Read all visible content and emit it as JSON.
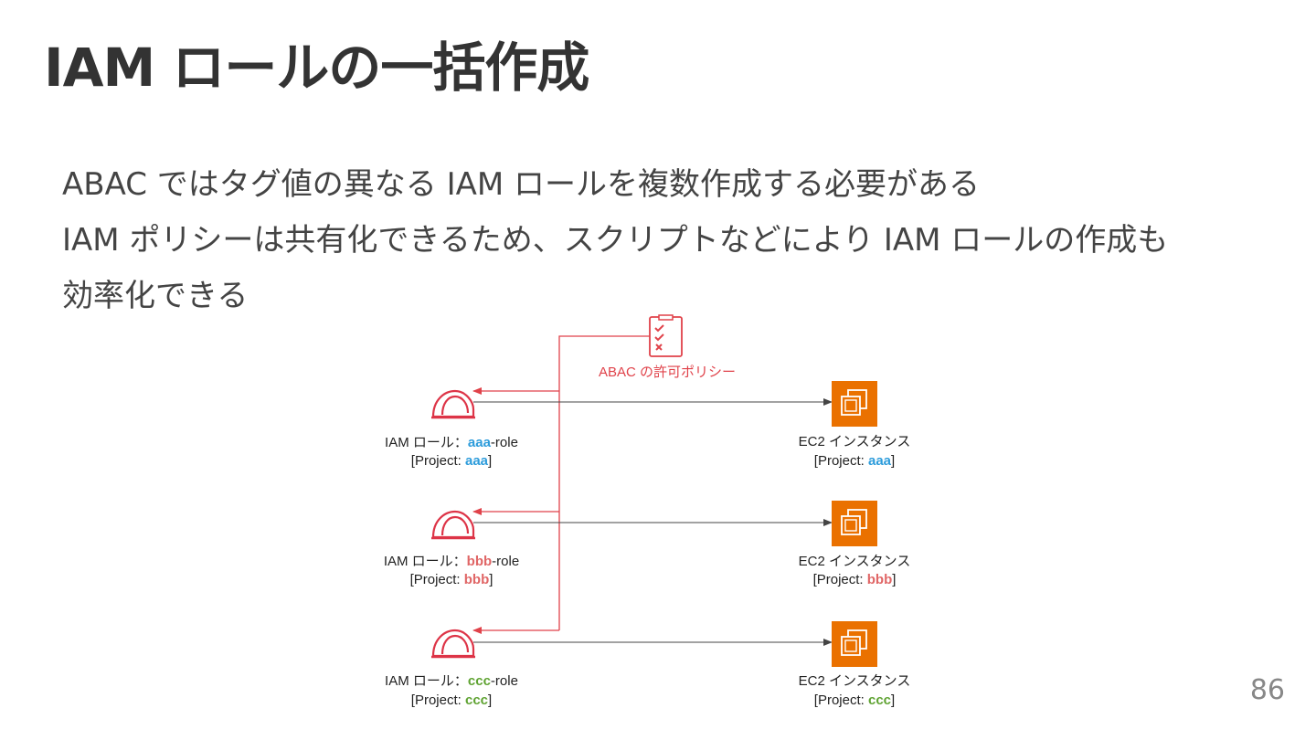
{
  "title": "IAM ロールの一括作成",
  "body_lines": [
    "ABAC ではタグ値の異なる IAM ロールを複数作成する必要がある",
    "IAM ポリシーは共有化できるため、スクリプトなどにより IAM ロールの作成も",
    "効率化できる"
  ],
  "policy": {
    "label": "ABAC の許可ポリシー",
    "icon": "checklist-icon",
    "color": "#e0424a"
  },
  "roles": [
    {
      "prefix": "IAM ロール：",
      "name": "aaa",
      "suffix": "-role",
      "tag_prefix": "[Project: ",
      "tag_value": "aaa",
      "tag_suffix": "]",
      "color": "#2d9cdb"
    },
    {
      "prefix": "IAM ロール：",
      "name": "bbb",
      "suffix": "-role",
      "tag_prefix": "[Project: ",
      "tag_value": "bbb",
      "tag_suffix": "]",
      "color": "#e06666"
    },
    {
      "prefix": "IAM ロール：",
      "name": "ccc",
      "suffix": "-role",
      "tag_prefix": "[Project: ",
      "tag_value": "ccc",
      "tag_suffix": "]",
      "color": "#5fa332"
    }
  ],
  "instances": [
    {
      "label": "EC2 インスタンス",
      "tag_prefix": "[Project: ",
      "tag_value": "aaa",
      "tag_suffix": "]"
    },
    {
      "label": "EC2 インスタンス",
      "tag_prefix": "[Project: ",
      "tag_value": "bbb",
      "tag_suffix": "]"
    },
    {
      "label": "EC2 インスタンス",
      "tag_prefix": "[Project: ",
      "tag_value": "ccc",
      "tag_suffix": "]"
    }
  ],
  "icons": {
    "role": "hard-hat-icon",
    "instance": "ec2-chip-icon"
  },
  "colors": {
    "ec2": "#ea7100",
    "role": "#dd3447",
    "arrow": "#444444"
  },
  "page_number": "86"
}
